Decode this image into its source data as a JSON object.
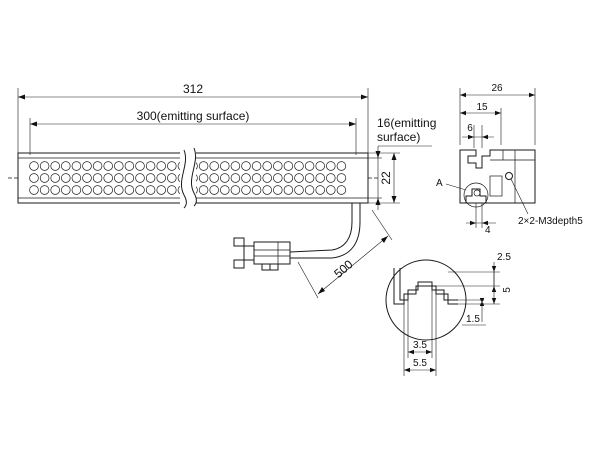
{
  "drawing": {
    "overall_length": "312",
    "emitting_length": "300(emitting surface)",
    "emitting_width": "16(emitting\nsurface)",
    "emitting_width_line1": "16(emitting",
    "emitting_width_line2": "surface)",
    "height": "22",
    "cable_length": "500",
    "side_width": "26",
    "side_inner": "15",
    "side_slot": "6",
    "side_bottom": "4",
    "detail_label": "A",
    "hole_spec": "2×2-M3depth5",
    "detail_dim_top": "2.5",
    "detail_dim_height": "5",
    "detail_dim_lip": "1.5",
    "detail_dim_inner_width": "3.5",
    "detail_dim_outer_width": "5.5"
  }
}
